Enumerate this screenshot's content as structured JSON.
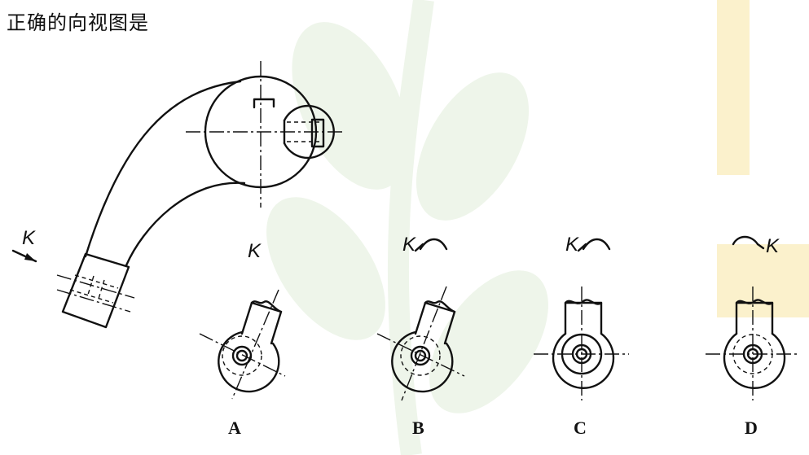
{
  "question": "正确的向视图是",
  "view_letter": "K",
  "options": [
    {
      "id": "A",
      "label": "A"
    },
    {
      "id": "B",
      "label": "B"
    },
    {
      "id": "C",
      "label": "C"
    },
    {
      "id": "D",
      "label": "D"
    }
  ],
  "colors": {
    "ink": "#111111",
    "watermark_green": "#eef5ea",
    "watermark_yellow": "#fbf1cc"
  }
}
